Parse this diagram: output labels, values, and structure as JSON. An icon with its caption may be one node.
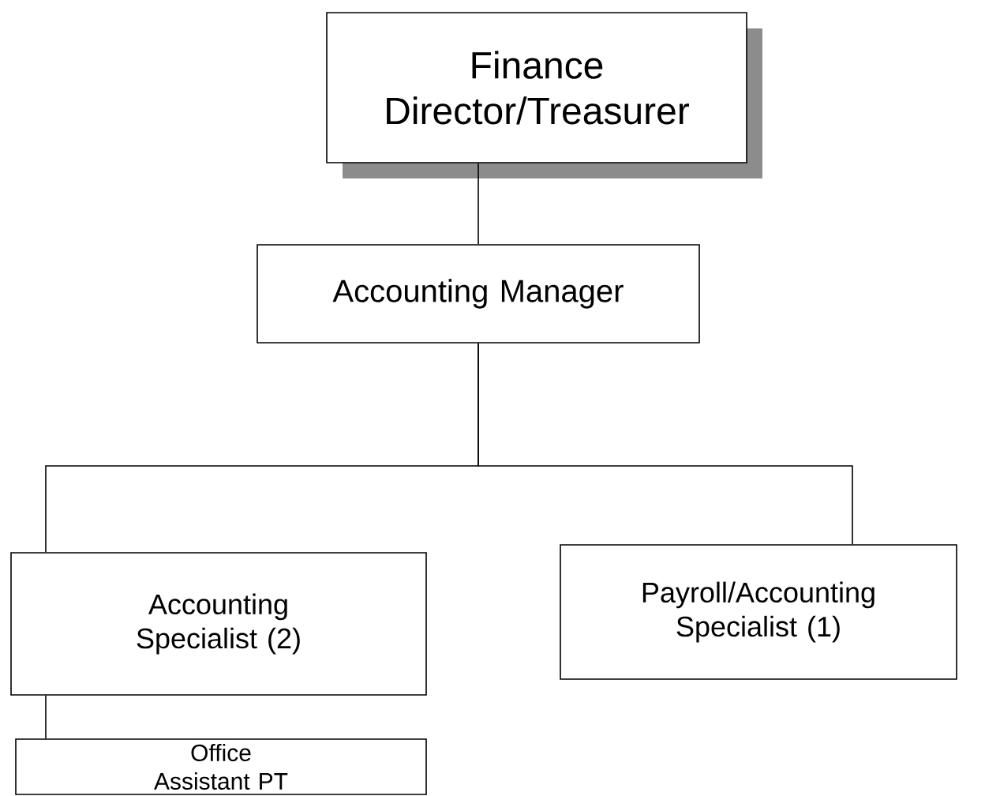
{
  "diagram": {
    "nodes": [
      {
        "text": [
          "Finance Director/Treasurer"
        ]
      },
      {
        "text": [
          "Accounting Manager"
        ]
      },
      {
        "text": [
          "Accounting Specialist (2)"
        ]
      },
      {
        "text": [
          "Payroll/Accounting Specialist (1)"
        ]
      },
      {
        "text": [
          "Office Assistant PT"
        ]
      }
    ],
    "edges": [
      {
        "from": 0,
        "to": 1,
        "arrow": "none"
      },
      {
        "from": 1,
        "to": 2,
        "arrow": "none"
      },
      {
        "from": 1,
        "to": 3,
        "arrow": "none"
      },
      {
        "from": 2,
        "to": 4,
        "arrow": "none"
      }
    ]
  }
}
